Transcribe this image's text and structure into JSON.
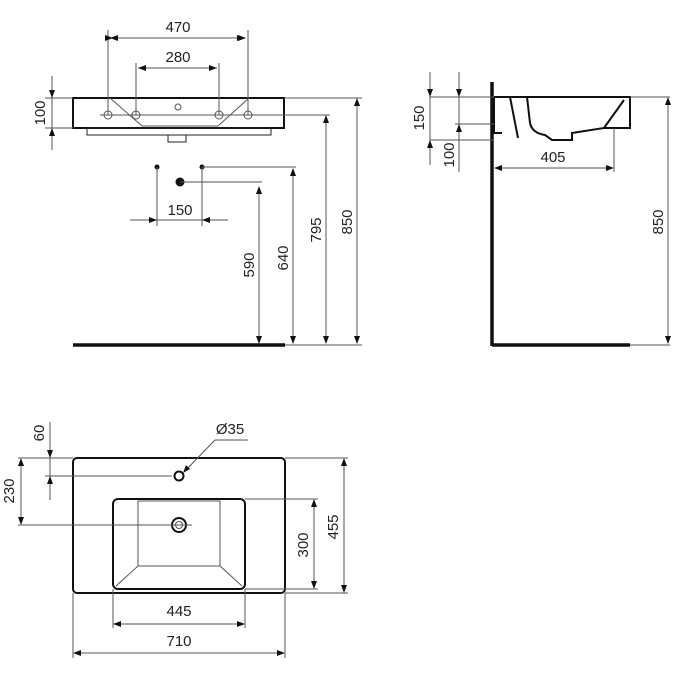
{
  "drawing": {
    "type": "technical drawing - wall-hung washbasin",
    "units": "mm",
    "front_view": {
      "dimensions": {
        "fixing_outer": "470",
        "fixing_inner": "280",
        "basin_height": "100",
        "waste_spacing": "150",
        "waste_height": "590",
        "supply_height": "640",
        "fixing_height": "795",
        "rim_height": "850"
      }
    },
    "side_view": {
      "dimensions": {
        "depth_top": "150",
        "depth_bottom": "100",
        "projection": "405",
        "rim_height": "850"
      }
    },
    "top_view": {
      "dimensions": {
        "tap_hole_offset": "60",
        "tap_hole_diameter": "Ø35",
        "waste_offset": "230",
        "bowl_depth": "300",
        "overall_depth": "455",
        "bowl_width": "445",
        "overall_width": "710"
      }
    },
    "colors": {
      "line": "#111111",
      "dimension_line": "#555555",
      "background": "#ffffff"
    }
  }
}
